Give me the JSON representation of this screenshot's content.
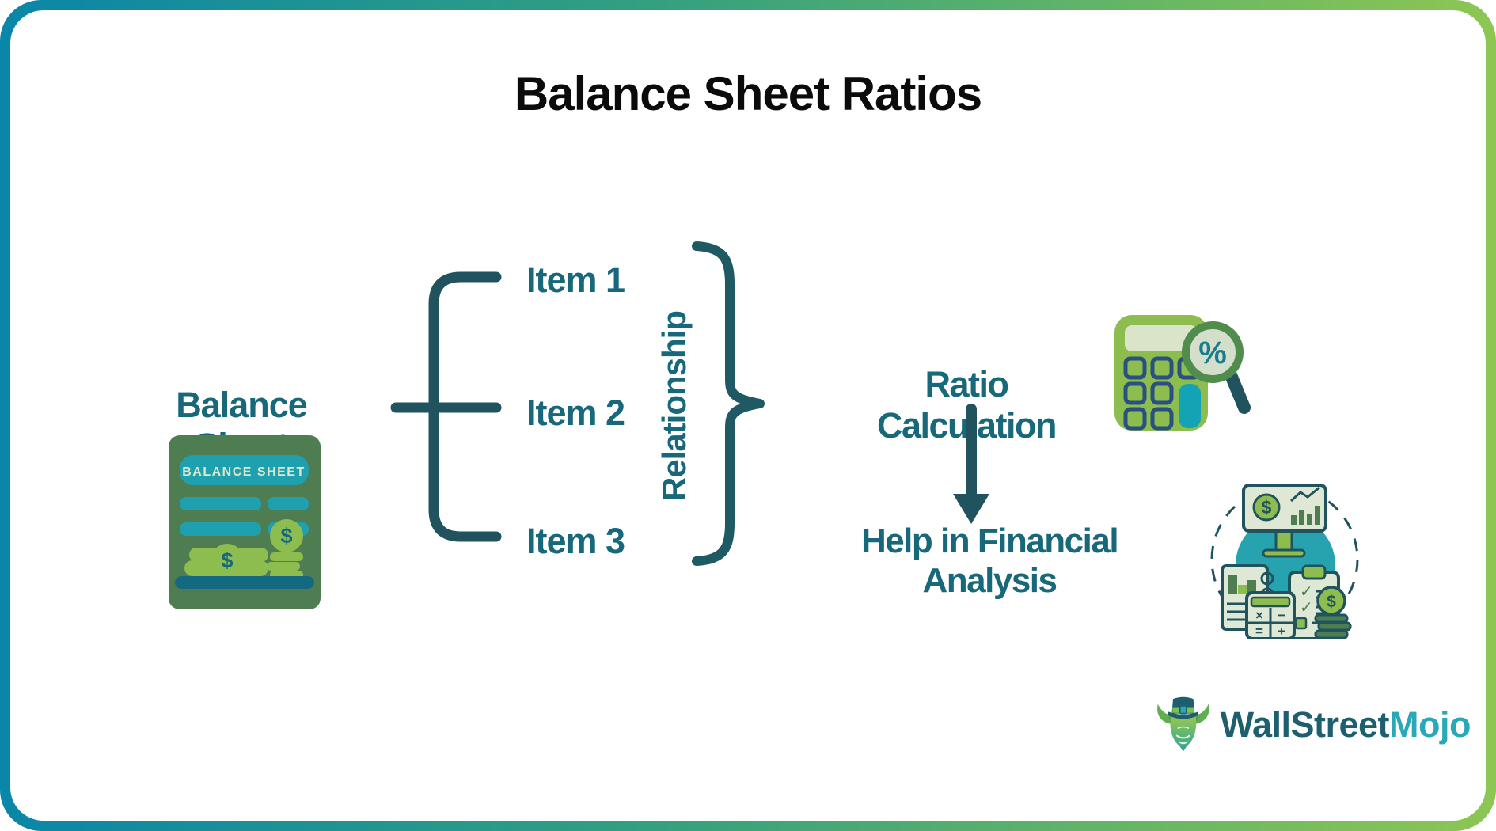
{
  "title": "Balance Sheet Ratios",
  "palette": {
    "frame_gradient_start": "#0A86A8",
    "frame_gradient_end": "#8DC653",
    "teal_text": "#17687B",
    "line_dark_teal": "#20535E",
    "icon_green": "#8CBD4E",
    "icon_dark_green": "#4E7D52",
    "accent_teal": "#1EA0AF",
    "navy_outline": "#2A5082",
    "cream_panel": "#D9E4C8"
  },
  "left_section": {
    "label": "Balance Sheet",
    "document_icon": {
      "header": "BALANCE SHEET",
      "dollar_symbol": "$"
    }
  },
  "fork_items": [
    {
      "label": "Item 1"
    },
    {
      "label": "Item 2"
    },
    {
      "label": "Item 3"
    }
  ],
  "brace_label": "Relationship",
  "flow": {
    "step_1_label": "Ratio Calculation",
    "step_2_label": "Help in Financial Analysis"
  },
  "calculator_icon": {
    "percent_symbol": "%"
  },
  "analysis_icon": {
    "dollar_symbol": "$",
    "multiply_symbol": "×",
    "minus_symbol": "−",
    "equals_symbol": "=",
    "plus_symbol": "+",
    "check_symbol": "✓"
  },
  "logo": {
    "brand_primary": "WallStreet",
    "brand_accent": "Mojo"
  }
}
